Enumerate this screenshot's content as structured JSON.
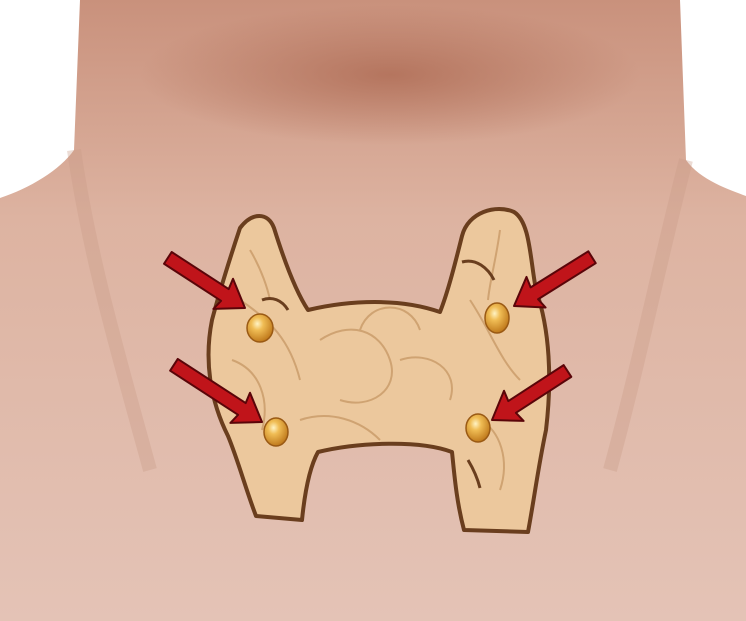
{
  "illustration": {
    "subject": "neck-with-thyroid-and-parathyroid-glands",
    "colors": {
      "skin_light": "#e6c4b4",
      "skin_mid": "#d8a994",
      "skin_shadow": "#b57b66",
      "thyroid_fill": "#ecc89d",
      "thyroid_outline": "#6a3e1e",
      "parathyroid_fill": "#e0a23a",
      "parathyroid_highlight": "#fff3c4",
      "arrow": "#c0141a",
      "arrow_outline": "#5a0509"
    },
    "markers": {
      "parathyroid_count": 4,
      "arrow_count": 4
    }
  }
}
